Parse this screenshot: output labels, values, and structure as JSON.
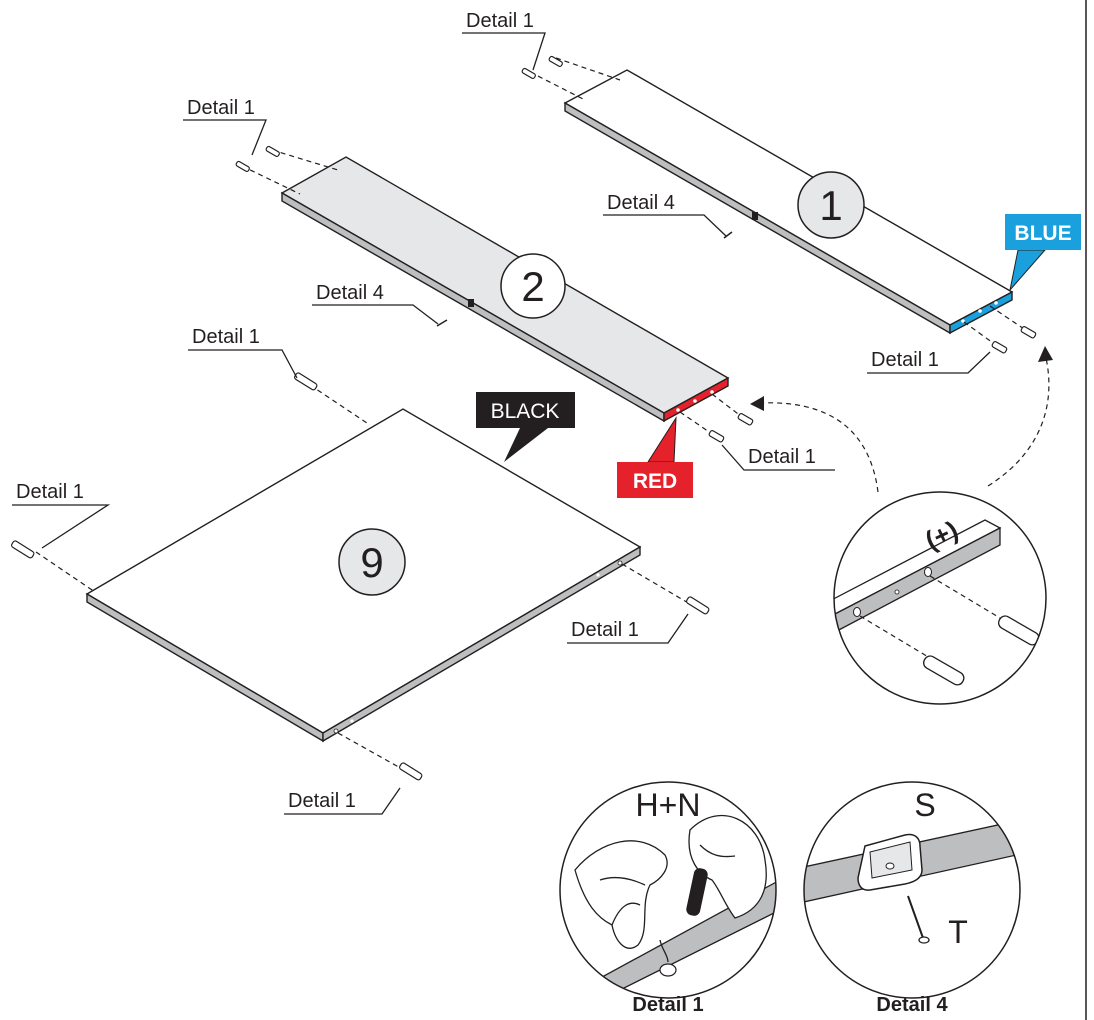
{
  "labels": {
    "detail_1": "Detail 1",
    "detail_4": "Detail 4"
  },
  "panels": {
    "panel_1": "1",
    "panel_2": "2",
    "panel_9": "9"
  },
  "tags": {
    "blue": "BLUE",
    "red": "RED",
    "black": "BLACK"
  },
  "insets": {
    "plus_symbol": "(+)",
    "detail1_parts": "H+N",
    "detail1_caption": "Detail 1",
    "detail4_part_s": "S",
    "detail4_part_t": "T",
    "detail4_caption": "Detail 4"
  },
  "colors": {
    "blue": "#1aa0dc",
    "red": "#e5222b",
    "black": "#231f20",
    "panel_grey": "#e6e7e8",
    "edge_grey": "#bcbec0"
  }
}
